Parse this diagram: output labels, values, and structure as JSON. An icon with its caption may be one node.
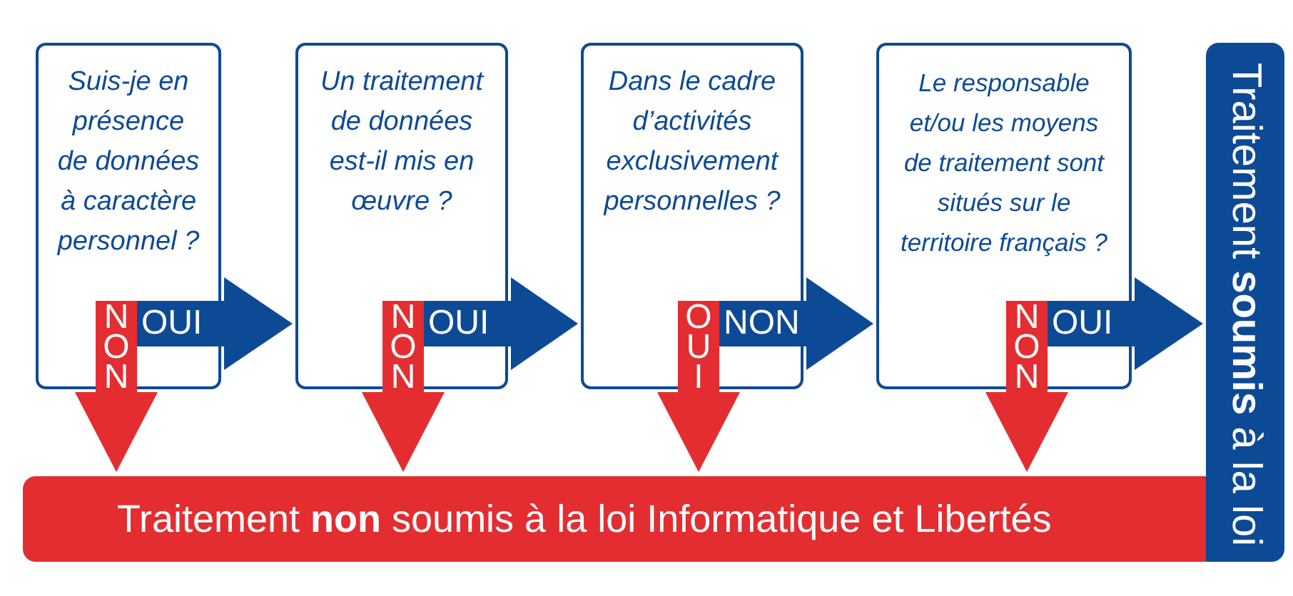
{
  "diagram": {
    "nodes": [
      {
        "text": [
          "Suis-je en présence de données à caractère personnel ?"
        ]
      },
      {
        "text": [
          "Un traitement de données est-il mis en œuvre ?"
        ]
      },
      {
        "text": [
          "Dans le cadre d’activités exclusivement personnelles ?"
        ]
      },
      {
        "text": [
          "Le responsable et/ou les moyens de traitement sont situés sur le territoire français ?"
        ]
      },
      {
        "text": [
          "Traitement **soumis** à la loi"
        ]
      },
      {
        "text": [
          "Traitement **non** soumis à la loi Informatique et Libertés"
        ]
      }
    ],
    "edges": [
      {
        "from": 0,
        "to": 5,
        "label": "NON",
        "arrow": "to",
        "color": "#e32d31"
      },
      {
        "from": 0,
        "to": 1,
        "label": "OUI",
        "arrow": "to",
        "color": "#0d4a96"
      },
      {
        "from": 1,
        "to": 5,
        "label": "NON",
        "arrow": "to",
        "color": "#e32d31"
      },
      {
        "from": 1,
        "to": 2,
        "label": "OUI",
        "arrow": "to",
        "color": "#0d4a96"
      },
      {
        "from": 2,
        "to": 5,
        "label": "OUI",
        "arrow": "to",
        "color": "#e32d31"
      },
      {
        "from": 2,
        "to": 3,
        "label": "NON",
        "arrow": "to",
        "color": "#0d4a96"
      },
      {
        "from": 3,
        "to": 5,
        "label": "NON",
        "arrow": "to",
        "color": "#e32d31"
      },
      {
        "from": 3,
        "to": 4,
        "label": "OUI",
        "arrow": "to",
        "color": "#0d4a96"
      }
    ]
  }
}
